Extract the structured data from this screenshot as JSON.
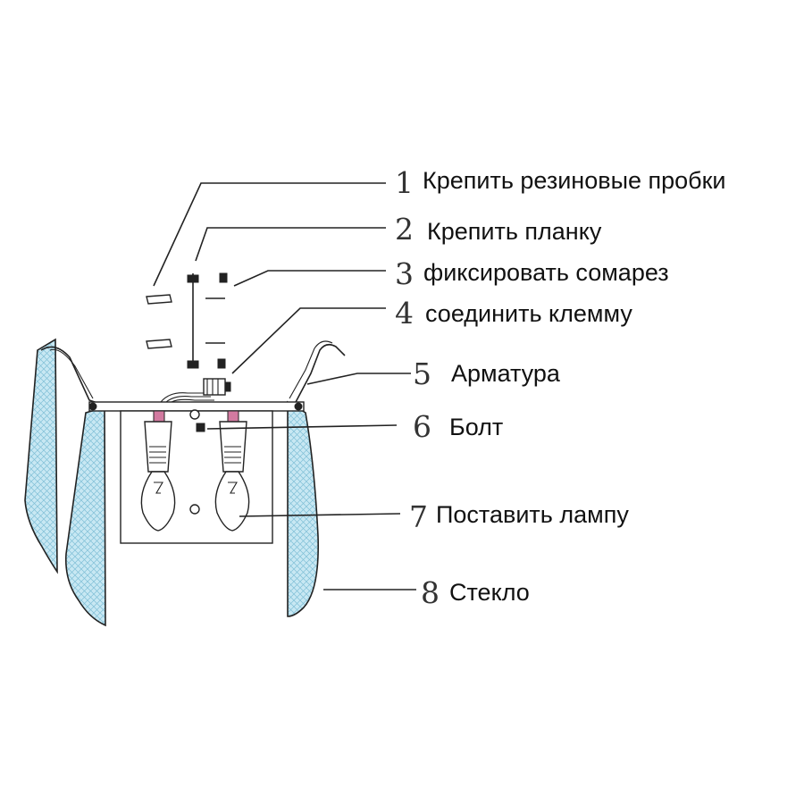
{
  "colors": {
    "glass_fill": "#c8e8f3",
    "glass_mesh": "#7fbfd6",
    "socket_pink": "#d27aa0",
    "line": "#222222"
  },
  "callouts": [
    {
      "number": "1",
      "label": "Крепить резиновые пробки"
    },
    {
      "number": "2",
      "label": "Крепить планку"
    },
    {
      "number": "3",
      "label": "фиксировать сомарез"
    },
    {
      "number": "4",
      "label": "соединить клемму"
    },
    {
      "number": "5",
      "label": "Арматура"
    },
    {
      "number": "6",
      "label": "Болт"
    },
    {
      "number": "7",
      "label": "Поставить лампу"
    },
    {
      "number": "8",
      "label": "Стекло"
    }
  ]
}
